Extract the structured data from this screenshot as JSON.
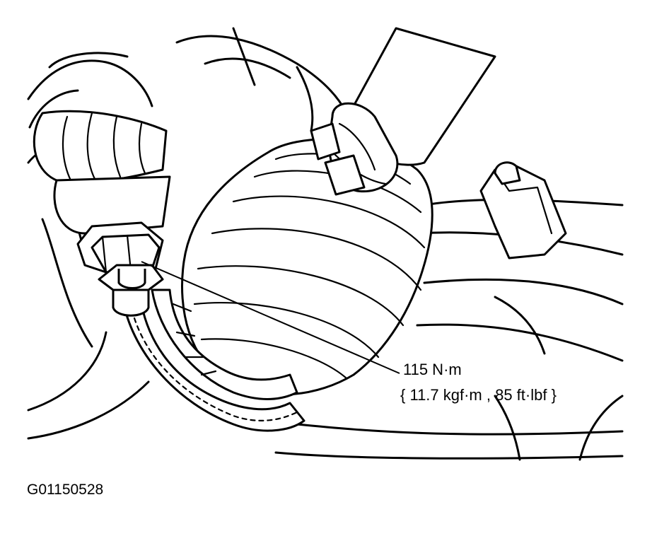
{
  "callout": {
    "torque_primary": "115 N·m",
    "torque_secondary": "{ 11.7 kgf·m , 85 ft·lbf }"
  },
  "figure": {
    "id": "G01150528"
  }
}
